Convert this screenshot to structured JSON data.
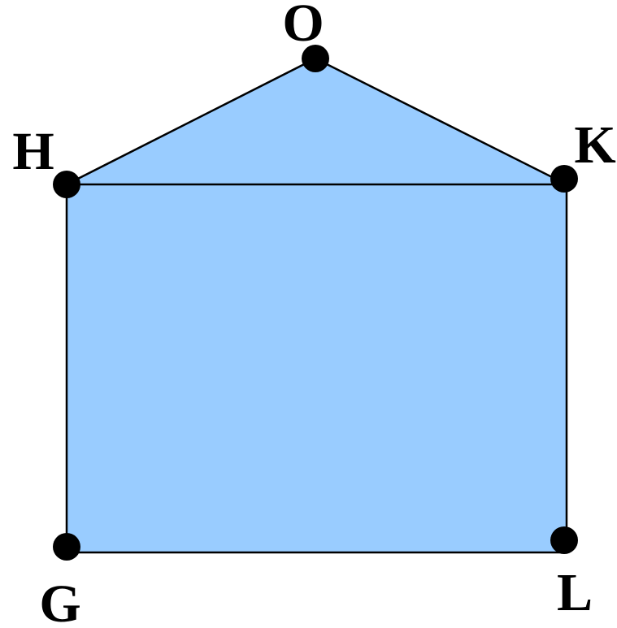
{
  "colors": {
    "fill": "#99ccff",
    "stroke": "#000000",
    "point": "#000000",
    "background": "#ffffff"
  },
  "vertices": {
    "O": {
      "label": "O"
    },
    "H": {
      "label": "H"
    },
    "K": {
      "label": "K"
    },
    "G": {
      "label": "G"
    },
    "L": {
      "label": "L"
    }
  },
  "edges": [
    [
      "H",
      "O"
    ],
    [
      "O",
      "K"
    ],
    [
      "H",
      "K"
    ],
    [
      "H",
      "G"
    ],
    [
      "G",
      "L"
    ],
    [
      "L",
      "K"
    ]
  ]
}
